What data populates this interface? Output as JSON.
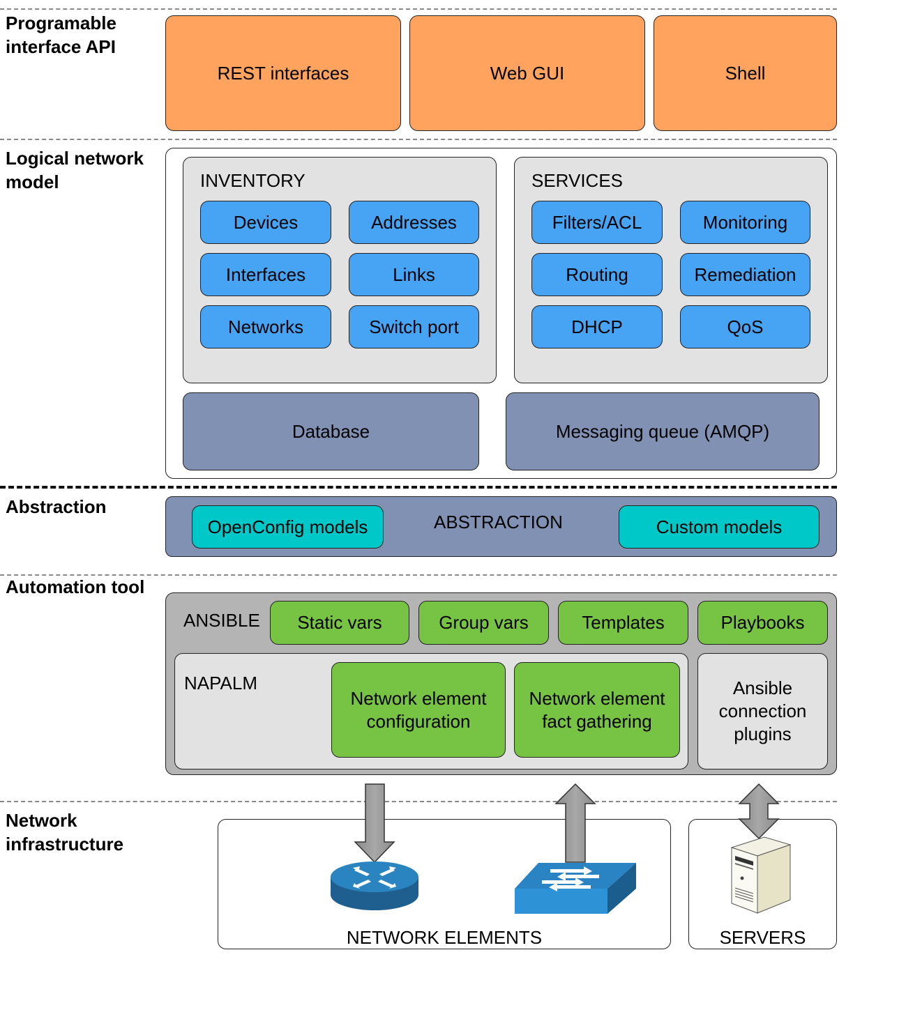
{
  "layers": {
    "api": "Programable\ninterface API",
    "logical": "Logical network\nmodel",
    "abstraction": "Abstraction",
    "automation": "Automation tool",
    "infrastructure": "Network\ninfrastructure"
  },
  "api": {
    "rest": "REST interfaces",
    "webgui": "Web GUI",
    "shell": "Shell"
  },
  "inventory": {
    "title": "INVENTORY",
    "items": [
      "Devices",
      "Addresses",
      "Interfaces",
      "Links",
      "Networks",
      "Switch port"
    ]
  },
  "services": {
    "title": "SERVICES",
    "items": [
      "Filters/ACL",
      "Monitoring",
      "Routing",
      "Remediation",
      "DHCP",
      "QoS"
    ]
  },
  "storage": {
    "database": "Database",
    "messaging": "Messaging queue (AMQP)"
  },
  "abstraction": {
    "title": "ABSTRACTION",
    "openconfig": "OpenConfig models",
    "custom": "Custom models"
  },
  "ansible": {
    "title": "ANSIBLE",
    "static_vars": "Static vars",
    "group_vars": "Group vars",
    "templates": "Templates",
    "playbooks": "Playbooks",
    "connection_plugins": "Ansible\nconnection\nplugins"
  },
  "napalm": {
    "title": "NAPALM",
    "configuration": "Network element\nconfiguration",
    "fact_gathering": "Network element\nfact gathering"
  },
  "infrastructure": {
    "network_elements": "NETWORK ELEMENTS",
    "servers": "SERVERS"
  },
  "icons": [
    "router-icon",
    "switch-icon",
    "server-icon"
  ],
  "colors": {
    "api": "#ffa35e",
    "model_items": "#47a4f5",
    "storage": "#8091b3",
    "abstraction_models": "#00c8c8",
    "ansible_items": "#77c343"
  }
}
